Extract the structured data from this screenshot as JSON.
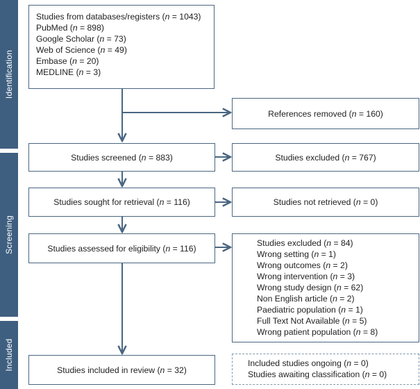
{
  "phases": {
    "identification": "Identification",
    "screening": "Screening",
    "included": "Included"
  },
  "identification_box": {
    "lines": [
      {
        "text": "Studies from databases/registers",
        "n": "1043"
      },
      {
        "text": "PubMed",
        "n": "898"
      },
      {
        "text": "Google Scholar",
        "n": "73"
      },
      {
        "text": "Web of Science",
        "n": "49"
      },
      {
        "text": "Embase",
        "n": "20"
      },
      {
        "text": "MEDLINE",
        "n": "3"
      }
    ]
  },
  "references_removed": {
    "text": "References removed",
    "n": "160"
  },
  "screened": {
    "text": "Studies screened",
    "n": "883"
  },
  "screened_excluded": {
    "text": "Studies excluded",
    "n": "767"
  },
  "sought": {
    "text": "Studies sought for retrieval",
    "n": "116"
  },
  "not_retrieved": {
    "text": "Studies not retrieved",
    "n": "0"
  },
  "assessed": {
    "text": "Studies assessed for eligibility",
    "n": "116"
  },
  "eligibility_excluded": {
    "lines": [
      {
        "text": "Studies excluded",
        "n": "84"
      },
      {
        "text": "Wrong setting",
        "n": "1"
      },
      {
        "text": "Wrong outcomes",
        "n": "2"
      },
      {
        "text": "Wrong intervention",
        "n": "3"
      },
      {
        "text": "Wrong study design",
        "n": "62"
      },
      {
        "text": "Non English article",
        "n": "2"
      },
      {
        "text": "Paediatric population",
        "n": "1"
      },
      {
        "text": "Full Text Not Available",
        "n": "5"
      },
      {
        "text": "Wrong patient population",
        "n": "8"
      }
    ]
  },
  "included": {
    "text": "Studies included in review",
    "n": "32"
  },
  "ongoing": {
    "lines": [
      {
        "text": "Included studies ongoing",
        "n": "0"
      },
      {
        "text": "Studies awaiting classification",
        "n": "0"
      }
    ]
  },
  "n_symbol": "n",
  "colors": {
    "phase_bar": "#3f5f80",
    "border": "#4a6680",
    "arrow": "#4a6680",
    "dashed_border": "#7f97ad"
  }
}
